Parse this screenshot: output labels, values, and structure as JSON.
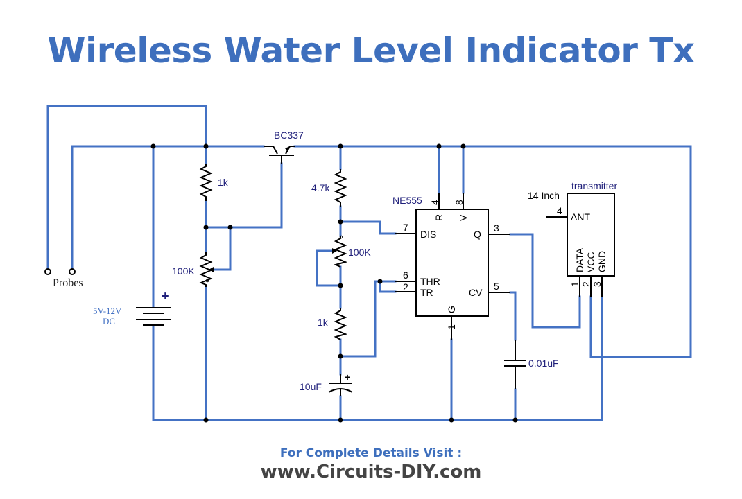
{
  "title": "Wireless Water Level Indicator Tx",
  "labels": {
    "transistor": "BC337",
    "r1": "1k",
    "pot1": "100K",
    "r2": "4.7k",
    "pot2": "100K",
    "r3": "1k",
    "cap1": "10uF",
    "cap2": "0.01uF",
    "probes": "Probes",
    "supply_line1": "5V-12V",
    "supply_line2": "DC",
    "battery_plus": "+",
    "cap1_plus": "+",
    "ic_name": "NE555",
    "antenna": "14 Inch",
    "module_name": "transmitter"
  },
  "ic_pins": {
    "p4_num": "4",
    "p4_name": "R",
    "p8_num": "8",
    "p8_name": "V",
    "p7_num": "7",
    "p7_name": "DIS",
    "p3_num": "3",
    "p3_name": "Q",
    "p6_num": "6",
    "p6_name": "THR",
    "p2_num": "2",
    "p2_name": "TR",
    "p5_num": "5",
    "p5_name": "CV",
    "p1_num": "1",
    "p1_name": "G"
  },
  "module_pins": {
    "ant_num": "4",
    "ant_name": "ANT",
    "data_num": "1",
    "data_name": "DATA",
    "vcc_num": "2",
    "vcc_name": "VCC",
    "gnd_num": "3",
    "gnd_name": "GND"
  },
  "footer": {
    "line1": "For Complete Details Visit :",
    "line2": "www.Circuits-DIY.com"
  },
  "colors": {
    "title": "#3e6fbd",
    "wire": "#4472c4",
    "label": "#1f1f7a",
    "footer_url": "#444444"
  }
}
